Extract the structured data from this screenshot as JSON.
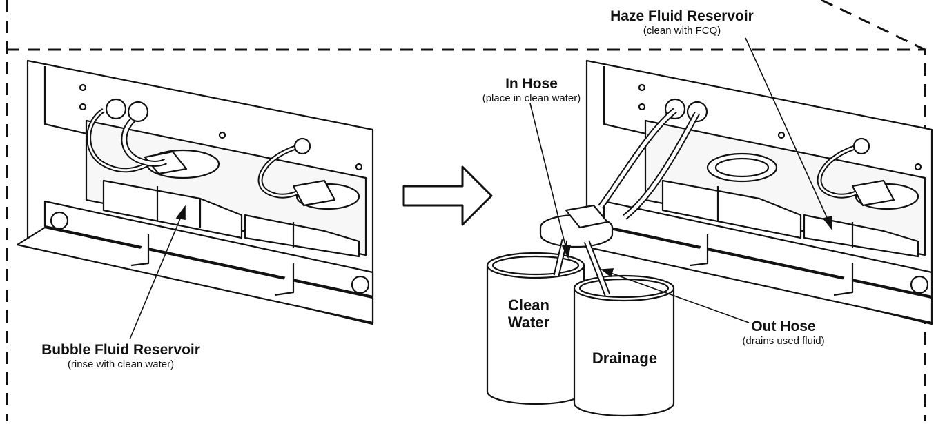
{
  "labels": {
    "haze_reservoir": {
      "title": "Haze Fluid Reservoir",
      "note": "(clean with FCQ)"
    },
    "in_hose": {
      "title": "In Hose",
      "note": "(place in clean water)"
    },
    "out_hose": {
      "title": "Out Hose",
      "note": "(drains used fluid)"
    },
    "bubble_reservoir": {
      "title": "Bubble Fluid Reservoir",
      "note": "(rinse with clean water)"
    },
    "clean_water_cup": {
      "line1": "Clean",
      "line2": "Water"
    },
    "drainage_cup": "Drainage"
  }
}
